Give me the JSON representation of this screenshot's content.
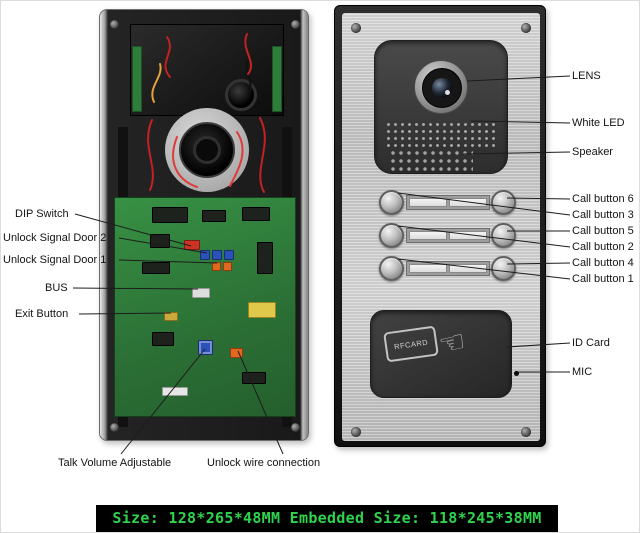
{
  "callouts": {
    "left": [
      {
        "label": "DIP Switch"
      },
      {
        "label": "Unlock Signal Door 2"
      },
      {
        "label": "Unlock Signal Door 1"
      },
      {
        "label": "BUS"
      },
      {
        "label": "Exit Button"
      }
    ],
    "bottom": [
      {
        "label": "Talk Volume Adjustable"
      },
      {
        "label": "Unlock wire connection"
      }
    ],
    "right": [
      {
        "label": "LENS"
      },
      {
        "label": "White LED"
      },
      {
        "label": "Speaker"
      },
      {
        "label": "Call button 6"
      },
      {
        "label": "Call button 3"
      },
      {
        "label": "Call button 5"
      },
      {
        "label": "Call button 2"
      },
      {
        "label": "Call button 4"
      },
      {
        "label": "Call button 1"
      },
      {
        "label": "ID Card"
      },
      {
        "label": "MIC"
      }
    ]
  },
  "front_panel": {
    "rfid_card_text": "RFCARD"
  },
  "size_bar": {
    "text": "Size: 128*265*48MM Embedded Size: 118*245*38MM",
    "text_color": "#2ed44e",
    "bg_color": "#000000"
  },
  "colors": {
    "pcb_green": "#2e7d3a",
    "panel_silver": "#cccccc",
    "callout_line": "#1c1c1c"
  }
}
